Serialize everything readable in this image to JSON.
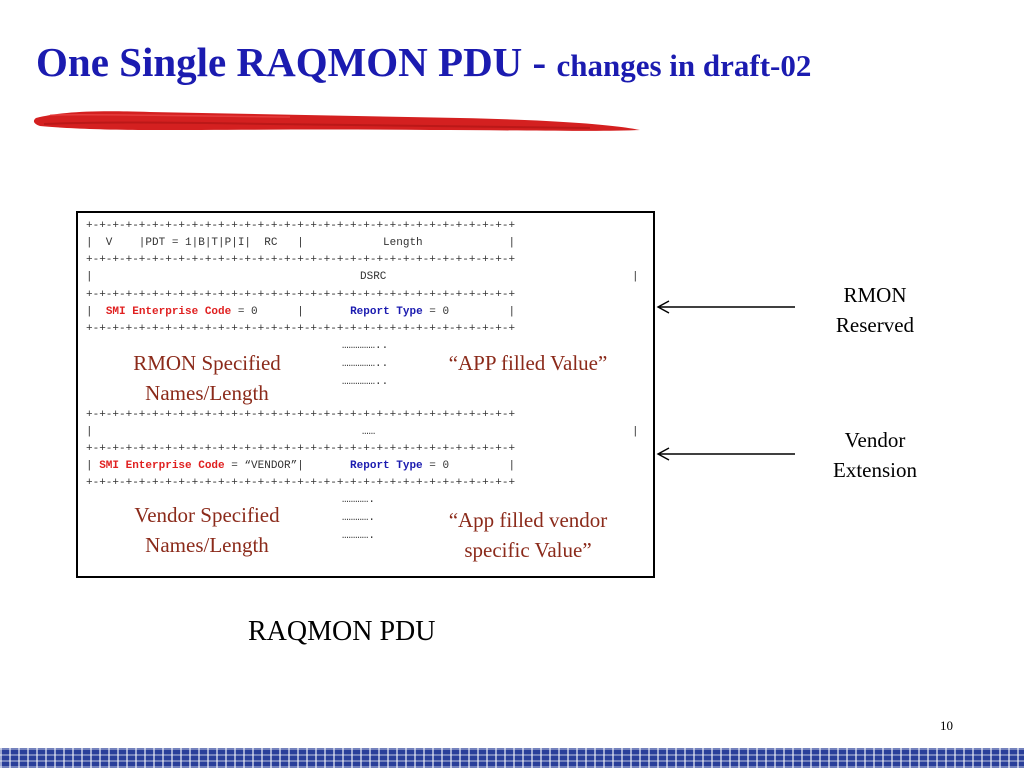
{
  "slide": {
    "title_main": "One Single RAQMON PDU - ",
    "title_sub": "changes in draft-02",
    "caption": "RAQMON PDU",
    "page_number": "10"
  },
  "diagram": {
    "border": "+-+-+-+-+-+-+-+-+-+-+-+-+-+-+-+-+-+-+-+-+-+-+-+-+-+-+-+-+-+-+-+-+",
    "row1": "|  V    |PDT = 1|B|T|P|I|  RC   |            Length             |",
    "row2_left": "|",
    "row2_center": "DSRC",
    "row2_right": "|",
    "row3": {
      "pre": "|  ",
      "smi_label": "SMI Enterprise Code",
      "smi_value": " = 0      |       ",
      "rt_label": "Report Type",
      "rt_value": " = 0         |"
    },
    "row4_left": "|",
    "row4_center": "……",
    "row4_right": "|",
    "row5": {
      "pre": "| ",
      "smi_label": "SMI Enterprise Code",
      "smi_value": " = “VENDOR”|       ",
      "rt_label": "Report Type",
      "rt_value": " = 0         |"
    },
    "rmon_names": [
      "RMON Specified",
      "Names/Length"
    ],
    "app_value": "“APP filled Value”",
    "vendor_names": [
      "Vendor Specified",
      "Names/Length"
    ],
    "vendor_value": [
      "“App filled vendor",
      "specific Value”"
    ],
    "dots_1": "……………..",
    "dots_2": "………….",
    "dots_3": "……………."
  },
  "labels": {
    "rmon_reserved": [
      "RMON",
      "Reserved"
    ],
    "vendor_extension": [
      "Vendor",
      "Extension"
    ]
  },
  "colors": {
    "title": "#1b1bb0",
    "brush": "#d42020",
    "smi_label": "#e02020",
    "report_type_label": "#1b1bb0",
    "field_text": "#8b2a1a",
    "footer": "#2a3f9a"
  }
}
